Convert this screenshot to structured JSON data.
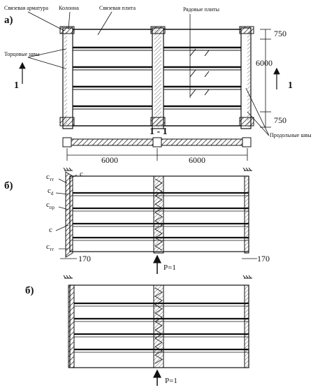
{
  "panel_a": {
    "label": "а)",
    "callouts": {
      "tie_rebar": "Связевая арматура",
      "column": "Колонна",
      "tie_slab": "Связевая плита",
      "row_slabs": "Рядовые плиты",
      "end_joints": "Торцовые швы",
      "long_joints": "Продольные швы"
    },
    "section_mark": "1",
    "section_title": "1 - 1",
    "dims_right": [
      "750",
      "6000",
      "750"
    ],
    "dims_bottom": [
      "6000",
      "6000"
    ]
  },
  "panel_b1": {
    "label": "б)",
    "labels": {
      "c_tr_top": "c",
      "c_tr_top_sub": "тт",
      "c": "c",
      "c_d": "c",
      "c_d_sub": "d",
      "c_np": "c",
      "c_np_sub": "пр",
      "c2": "c",
      "c_tr_bot": "c",
      "c_tr_bot_sub": "тт"
    },
    "dim_left": "170",
    "dim_right": "170",
    "load": "P=1"
  },
  "panel_b2": {
    "label": "б)",
    "load": "P=1"
  }
}
